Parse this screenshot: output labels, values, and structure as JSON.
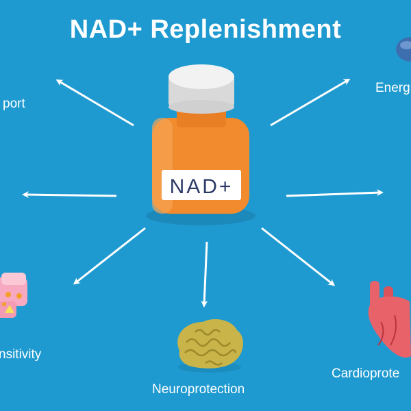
{
  "title": "NAD+ Replenishment",
  "bottle_label": "NAD+",
  "benefits": {
    "top_left": "port",
    "top_right": "Energ",
    "bottom_left": "nsitivity",
    "bottom_center": "Neuroprotection",
    "bottom_right": "Cardioprote"
  },
  "colors": {
    "background": "#1f9ad0",
    "bottle": "#f28a2e",
    "cap": "#e8e8e8",
    "arrow": "#ffffff",
    "brain": "#c9b44a",
    "heart": "#e8626a"
  }
}
